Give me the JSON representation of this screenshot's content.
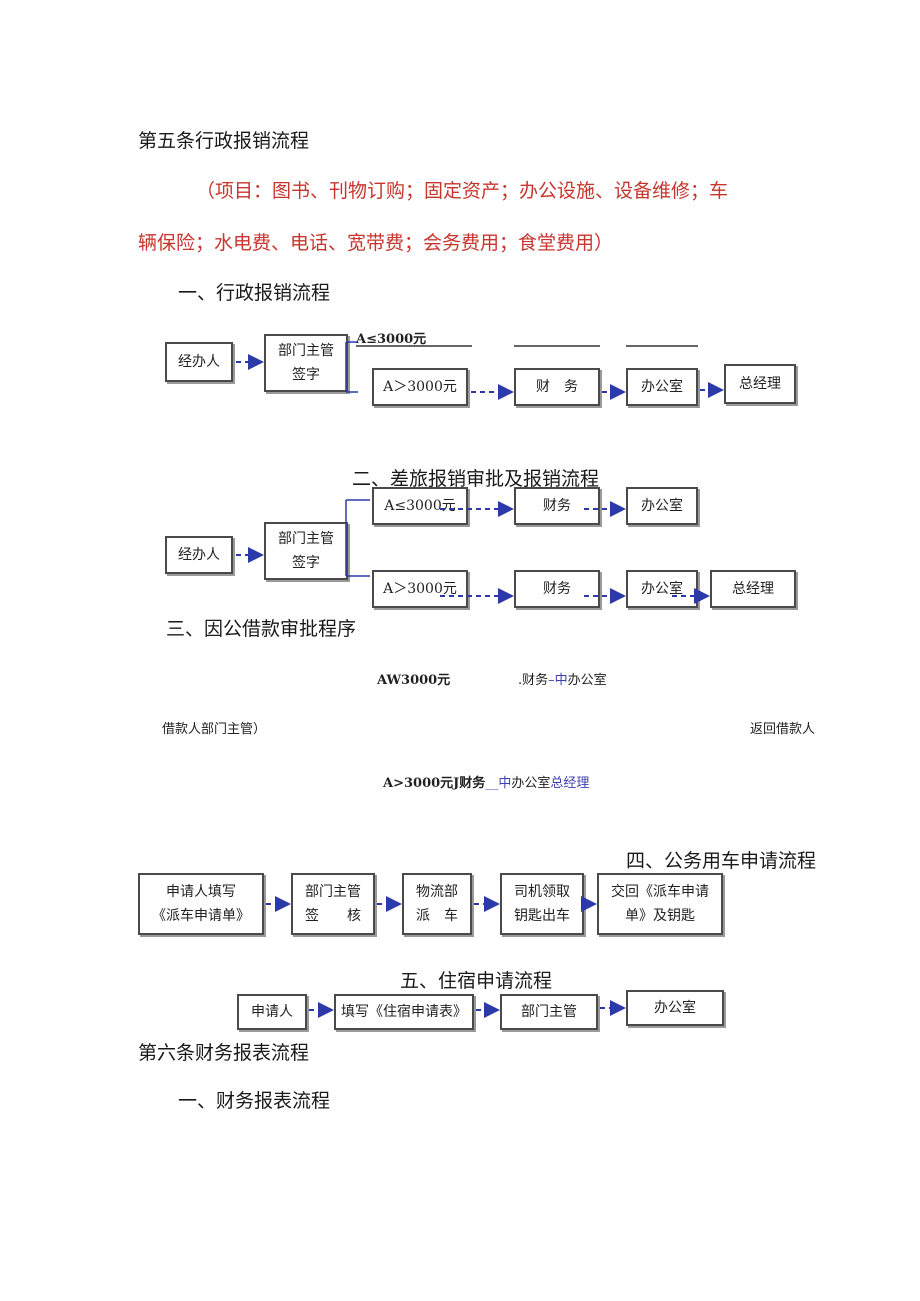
{
  "article5": {
    "title": "第五条行政报销流程",
    "items_line1": "（项目：图书、刊物订购；固定资产；办公设施、设备维修；车",
    "items_line2": "辆保险；水电费、电话、宽带费；会务费用；食堂费用）",
    "sec1": {
      "title": "一、行政报销流程",
      "handler": "经办人",
      "dept_1": "部门主管",
      "dept_2": "签字",
      "branch_low": "A≤3000元",
      "branch_high": "A＞3000元",
      "finance": "财　务",
      "office": "办公室",
      "gm": "总经理"
    },
    "sec2": {
      "title": "二、差旅报销审批及报销流程",
      "handler": "经办人",
      "dept_1": "部门主管",
      "dept_2": "签字",
      "branch_low": "A≤3000元",
      "branch_high": "A＞3000元",
      "finance": "财务",
      "office": "办公室",
      "gm": "总经理"
    },
    "sec3": {
      "title": "三、因公借款审批程序",
      "row1_amount": "AW3000元",
      "row1_flow_a": ".财务",
      "row1_flow_b": "–中",
      "row1_flow_c": "办公室",
      "row2_left": "借款人部门主管）",
      "row2_right": "返回借款人",
      "row3_a": "A>3000元J财务",
      "row3_b": "__中",
      "row3_c": "办公室",
      "row3_d": "总经理"
    },
    "sec4": {
      "title": "四、公务用车申请流程",
      "b1_1": "申请人填写",
      "b1_2": "《派车申请单》",
      "b2_1": "部门主管",
      "b2_2": "签　　核",
      "b3_1": "物流部",
      "b3_2": "派　车",
      "b4_1": "司机领取",
      "b4_2": "钥匙出车",
      "b5_1": "交回《派车申请",
      "b5_2": "单》及钥匙"
    },
    "sec5": {
      "title": "五、住宿申请流程",
      "b1": "申请人",
      "b2": "填写《住宿申请表》",
      "b3": "部门主管",
      "b4": "办公室"
    }
  },
  "article6": {
    "title": "第六条财务报表流程",
    "sec1_title": "一、财务报表流程"
  },
  "colors": {
    "red": "#c8352e",
    "arrow": "#2b3aa8",
    "border": "#4a4a4a"
  }
}
